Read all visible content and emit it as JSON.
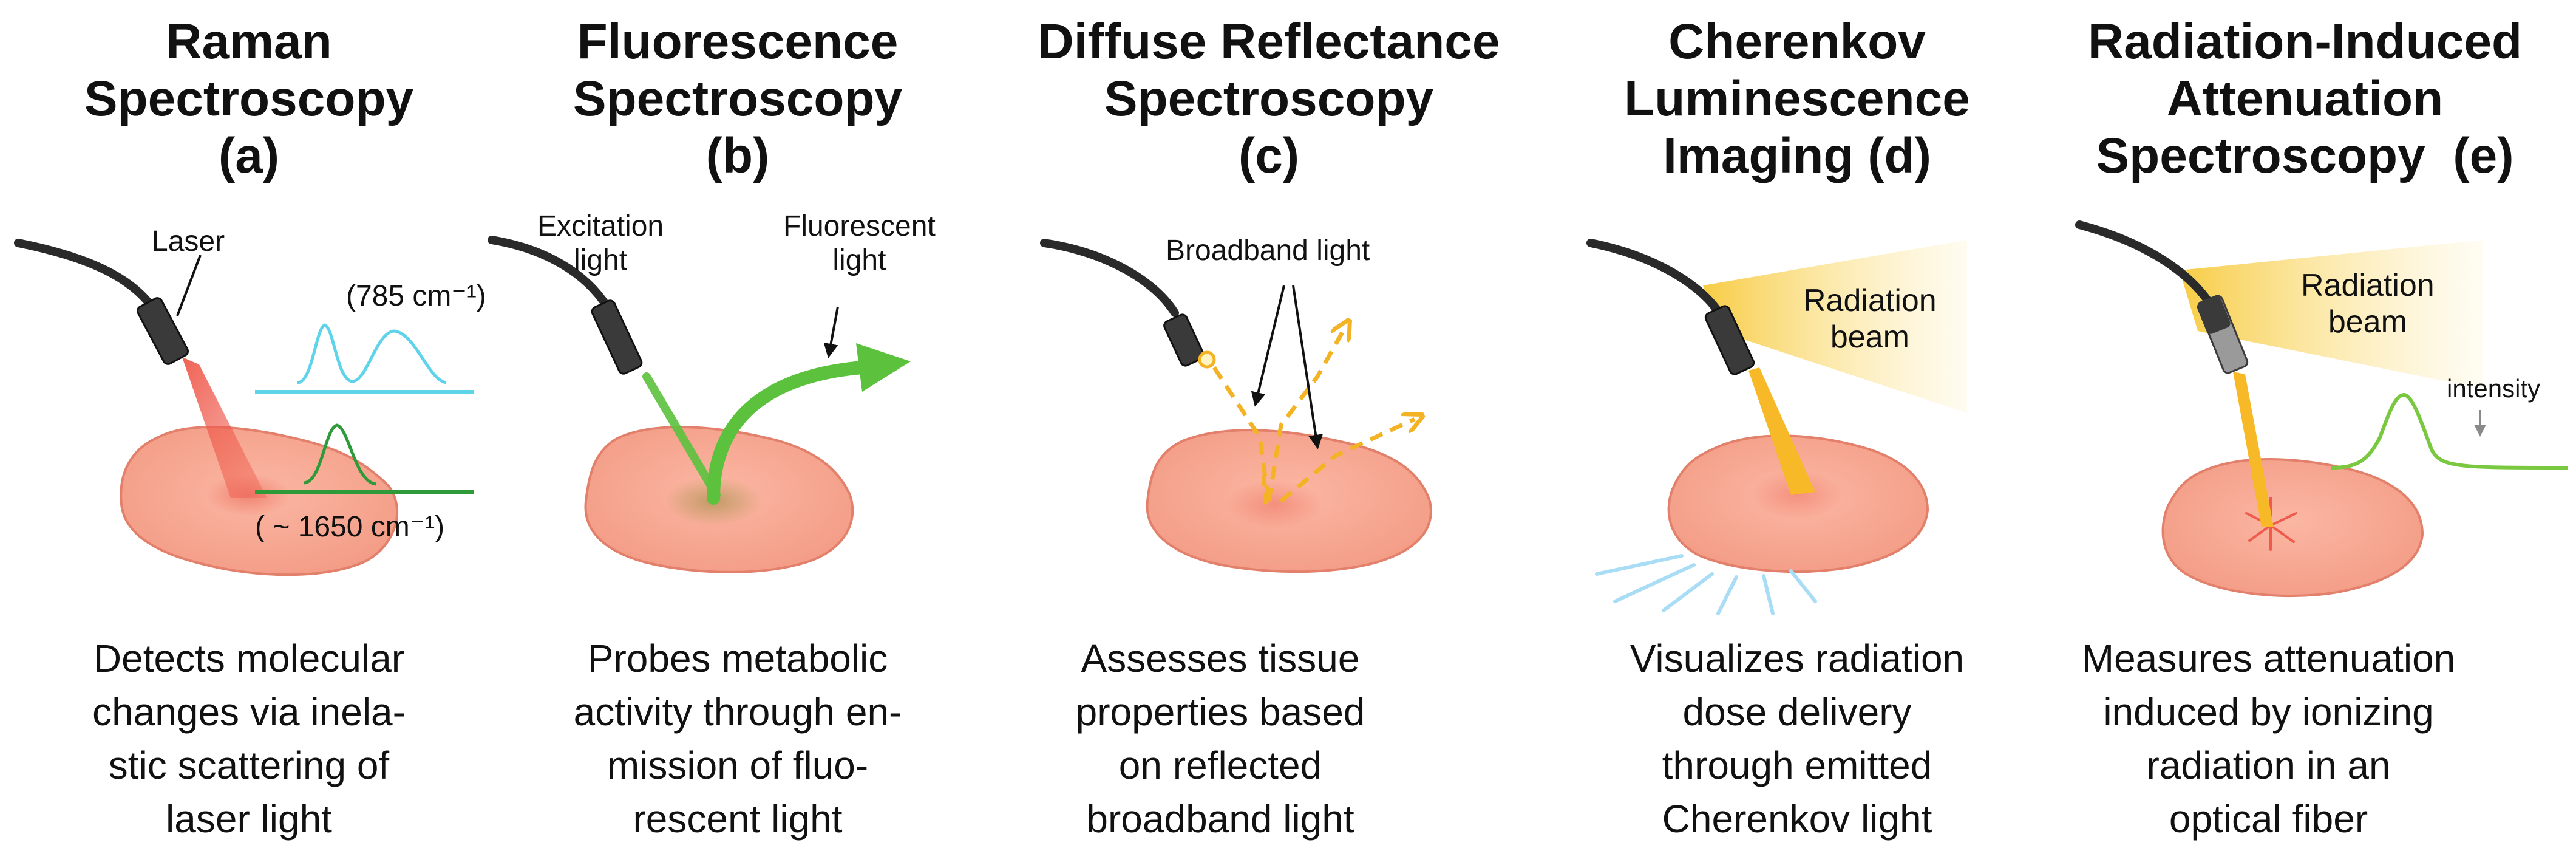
{
  "panels": [
    {
      "title": [
        "Raman",
        "Spectroscopy",
        "(a)"
      ],
      "labels": {
        "source": "Laser",
        "upper_peak": "(785 cm⁻¹)",
        "lower_peak": "( ~ 1650 cm⁻¹)"
      },
      "description": [
        "Detects molecular",
        "changes via inela-",
        "stic scattering of",
        "laser light"
      ]
    },
    {
      "title": [
        "Fluorescence",
        "Spectroscopy",
        "(b)"
      ],
      "labels": {
        "excitation": [
          "Excitation",
          "light"
        ],
        "emission": [
          "Fluorescent",
          "light"
        ]
      },
      "description": [
        "Probes metabolic",
        "activity through en-",
        "mission of fluo-",
        "rescent light"
      ]
    },
    {
      "title": [
        "Diffuse Reflectance",
        "Spectroscopy",
        "(c)"
      ],
      "labels": {
        "source": "Broadband light"
      },
      "description": [
        "Assesses tissue",
        "properties based",
        "on reflected",
        "broadband light"
      ]
    },
    {
      "title": [
        "Cherenkov",
        "Luminescence",
        "Imaging (d)"
      ],
      "labels": {
        "beam": [
          "Radiation",
          "beam"
        ]
      },
      "description": [
        "Visualizes radiation",
        "dose delivery",
        "through emitted",
        "Cherenkov light"
      ]
    },
    {
      "title": [
        "Radiation-Induced",
        "Attenuation",
        "Spectroscopy  (e)"
      ],
      "labels": {
        "beam": [
          "Radiation",
          "beam"
        ],
        "signal": "intensity"
      },
      "description": [
        "Measures attenuation",
        "induced by ionizing",
        "radiation in an",
        "optical fiber"
      ]
    }
  ],
  "colors": {
    "tissue_fill": "#f6a48f",
    "tissue_stroke": "#e2806b",
    "fiber": "#2a2a2a",
    "laser_red": "#f0685a",
    "raman_cyan": "#5fd3ea",
    "raman_green": "#2f9a3a",
    "fluor_green": "#5cc23e",
    "diffuse_yellow": "#f3b324",
    "beam_yellow": "#fbd85a",
    "cherenkov_blue": "#a9dcf5"
  }
}
